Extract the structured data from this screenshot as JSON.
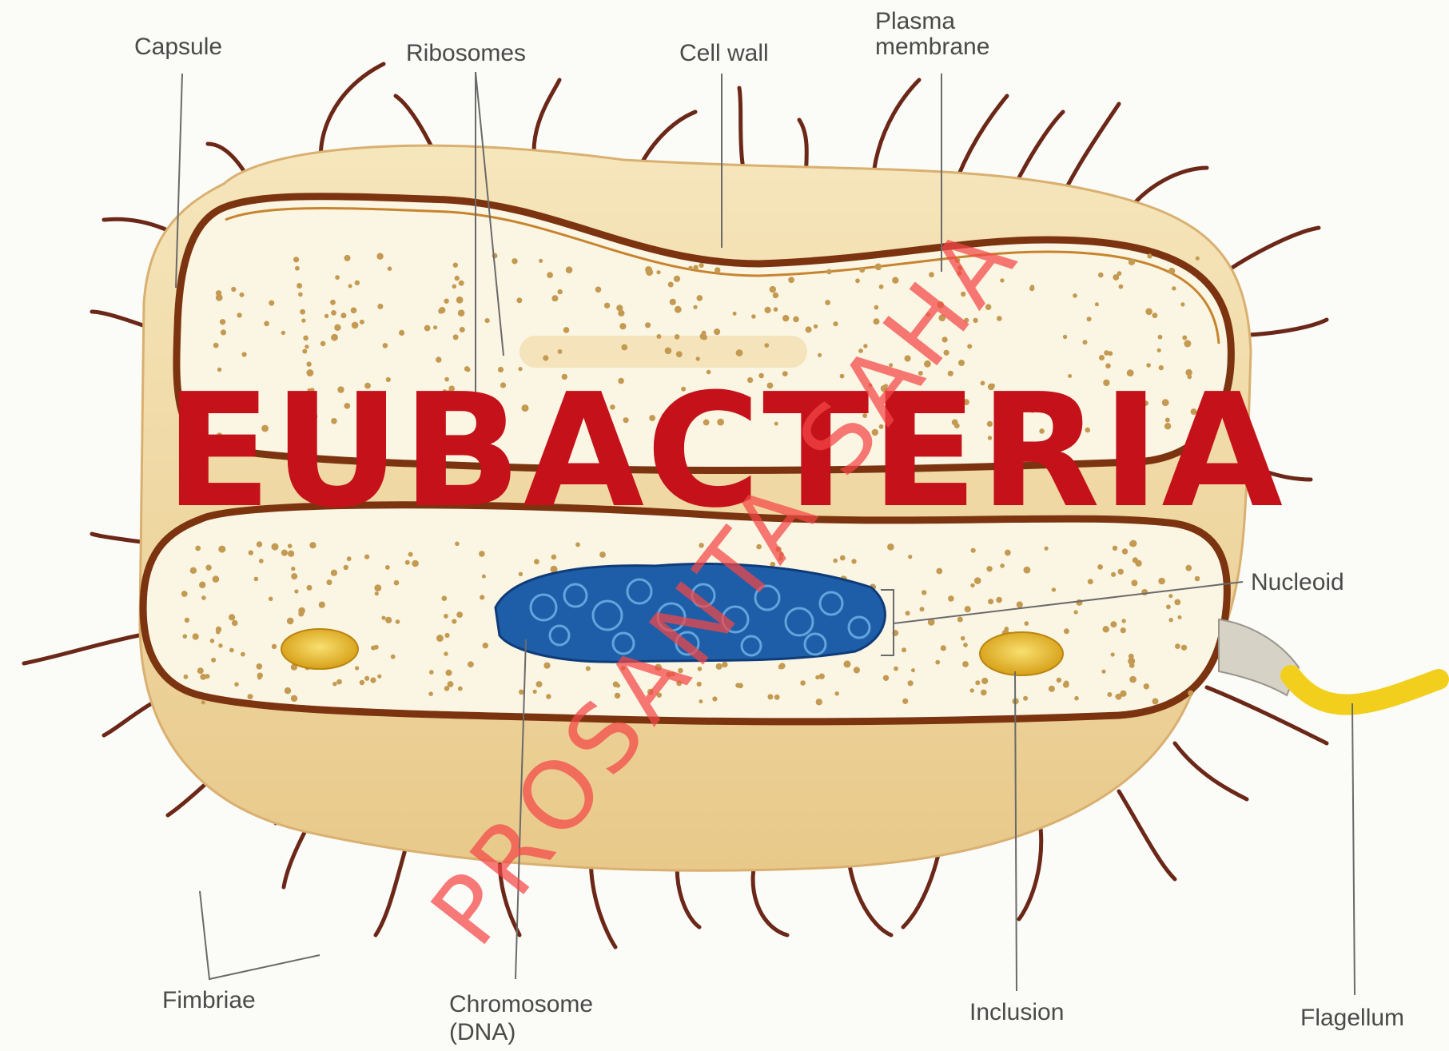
{
  "title": "EUBACTERIA",
  "watermark": "PROSANTA SAHA",
  "labels": {
    "capsule": "Capsule",
    "ribosomes": "Ribosomes",
    "cell_wall": "Cell wall",
    "plasma_membrane_line1": "Plasma",
    "plasma_membrane_line2": "membrane",
    "nucleoid": "Nucleoid",
    "fimbriae": "Fimbriae",
    "chromosome_line1": "Chromosome",
    "chromosome_line2": "(DNA)",
    "inclusion": "Inclusion",
    "flagellum": "Flagellum"
  },
  "colors": {
    "title": "#c4111a",
    "watermark": "#f44646",
    "capsule_fill": "#f2ddab",
    "cell_wall": "#7b3310",
    "cytoplasm": "#fbf5e3",
    "ribosome": "#c49a52",
    "nucleoid": "#1e5ea8",
    "inclusion": "#e8b820",
    "flagellum": "#f2cf1c",
    "fimbriae": "#6b2717"
  }
}
